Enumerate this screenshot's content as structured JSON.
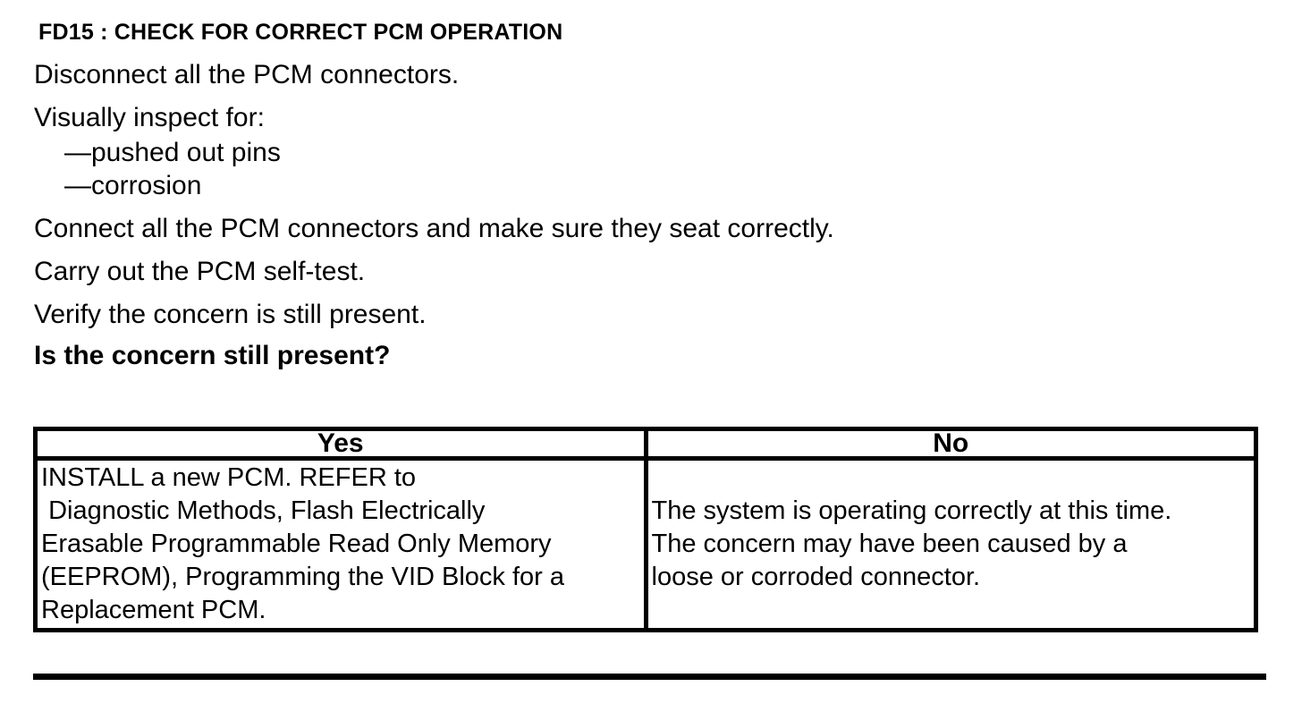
{
  "document": {
    "title": "FD15 : CHECK FOR CORRECT PCM OPERATION",
    "steps": [
      "Disconnect all the PCM connectors.",
      "Visually inspect for:",
      "Connect all the PCM connectors and make sure they seat correctly.",
      "Carry out the PCM self-test.",
      "Verify the concern is still present."
    ],
    "inspection_items": [
      "—pushed out pins",
      "—corrosion"
    ],
    "question": "Is the concern still present?",
    "results_table": {
      "yes_header": "Yes",
      "no_header": "No",
      "yes_action": "INSTALL a new PCM. REFER to\n Diagnostic Methods, Flash Electrically\nErasable Programmable Read Only Memory\n(EEPROM), Programming the VID Block for a\nReplacement PCM.",
      "no_action": "The system is operating correctly at this time.\nThe concern may have been caused by a\nloose or corroded connector."
    },
    "colors": {
      "ink": "#000000",
      "paper": "#ffffff"
    }
  }
}
